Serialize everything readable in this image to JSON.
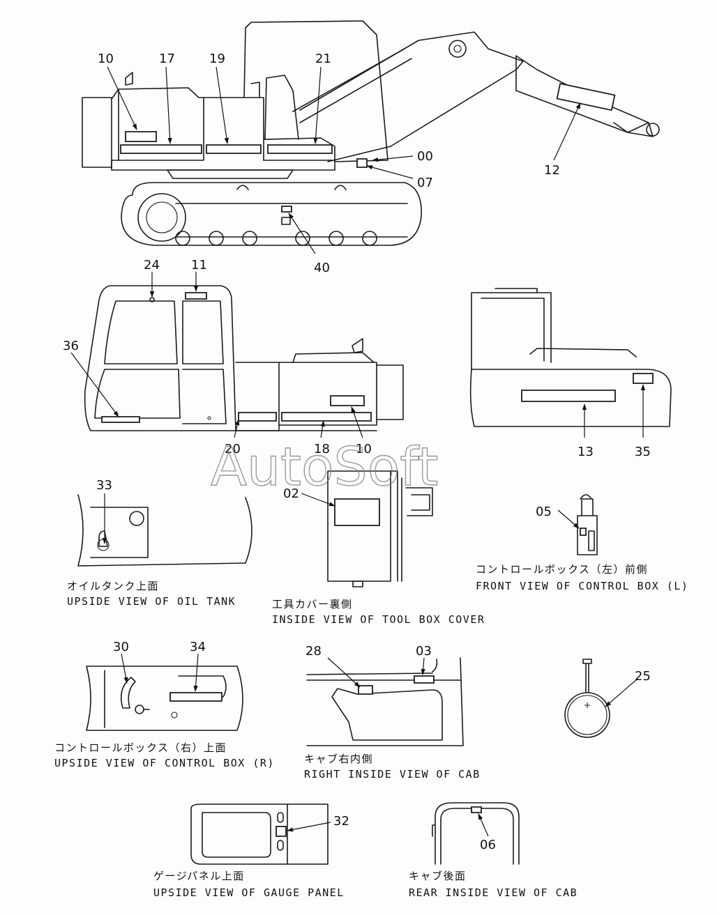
{
  "watermark": "AutoSoft",
  "labels": {
    "l10a": "10",
    "l17": "17",
    "l19": "19",
    "l21": "21",
    "l00": "00",
    "l07": "07",
    "l12": "12",
    "l40": "40",
    "l24": "24",
    "l11": "11",
    "l36": "36",
    "l20": "20",
    "l18": "18",
    "l10b": "10",
    "l13": "13",
    "l35": "35",
    "l33": "33",
    "l02": "02",
    "l05": "05",
    "l30": "30",
    "l34": "34",
    "l28": "28",
    "l03": "03",
    "l25": "25",
    "l32": "32",
    "l06": "06"
  },
  "captions": {
    "oil_tank_jp": "オイルタンク上面",
    "oil_tank_en": "UPSIDE VIEW OF OIL TANK",
    "tool_box_jp": "工具カバー裏側",
    "tool_box_en": "INSIDE VIEW OF TOOL BOX COVER",
    "ctrl_l_jp": "コントロールボックス（左）前側",
    "ctrl_l_en": "FRONT VIEW OF CONTROL BOX (L)",
    "ctrl_r_jp": "コントロールボックス（右）上面",
    "ctrl_r_en": "UPSIDE VIEW OF CONTROL BOX (R)",
    "cab_right_jp": "キャブ右内側",
    "cab_right_en": "RIGHT INSIDE VIEW OF CAB",
    "gauge_jp": "ゲージパネル上面",
    "gauge_en": "UPSIDE VIEW OF GAUGE PANEL",
    "cab_rear_jp": "キャブ後面",
    "cab_rear_en": "REAR INSIDE VIEW OF CAB"
  }
}
